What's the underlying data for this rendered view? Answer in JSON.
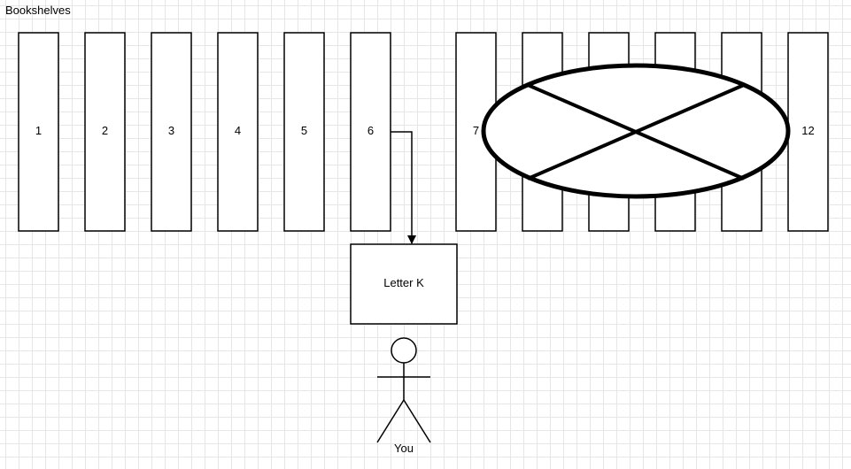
{
  "title": "Bookshelves",
  "shelves": [
    {
      "label": "1"
    },
    {
      "label": "2"
    },
    {
      "label": "3"
    },
    {
      "label": "4"
    },
    {
      "label": "5"
    },
    {
      "label": "6"
    },
    {
      "label": "7"
    },
    {
      "label": ""
    },
    {
      "label": ""
    },
    {
      "label": ""
    },
    {
      "label": ""
    },
    {
      "label": "12"
    }
  ],
  "target_box": {
    "label": "Letter K"
  },
  "person": {
    "label": "You"
  },
  "blocked_marker": {
    "shape": "crossed-ellipse",
    "blocks_shelves": [
      "8",
      "9",
      "10",
      "11"
    ]
  },
  "colors": {
    "stroke": "#000000",
    "fill": "#ffffff",
    "grid": "#e6e6e6"
  }
}
